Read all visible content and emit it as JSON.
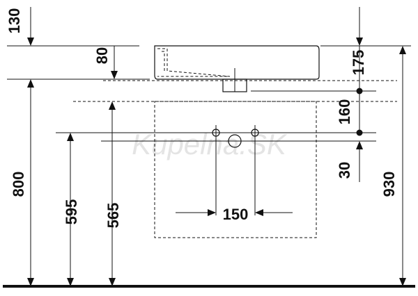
{
  "watermark": "Kupelna.SK",
  "dimensions": {
    "d130": "130",
    "d80": "80",
    "d175": "175",
    "d160": "160",
    "d30": "30",
    "d930": "930",
    "d800": "800",
    "d595": "595",
    "d565": "565",
    "d150": "150"
  },
  "colors": {
    "ink": "#111111",
    "watermark": "#e4e4e4",
    "background": "#ffffff"
  }
}
